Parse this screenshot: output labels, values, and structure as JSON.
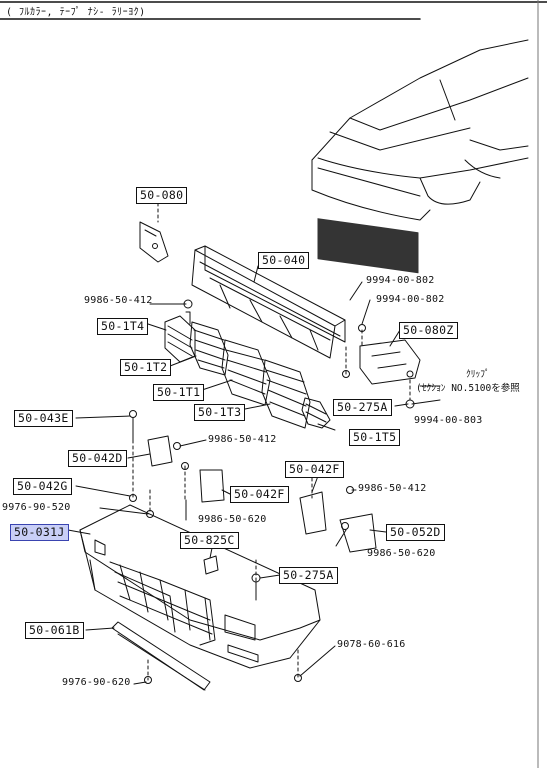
{
  "header": "( ﾌﾙｶﾗｰ, ﾃｰﾌﾟ ﾅｼ- ﾗﾘｰﾖｸ)",
  "boxed_labels": {
    "p080": "50-080",
    "p040": "50-040",
    "p1T4": "50-1T4",
    "p080Z": "50-080Z",
    "p1T2": "50-1T2",
    "p1T1": "50-1T1",
    "p1T3": "50-1T3",
    "p275A_top": "50-275A",
    "p1T5": "50-1T5",
    "p043E": "50-043E",
    "p042D": "50-042D",
    "p042F_top": "50-042F",
    "p042G": "50-042G",
    "p042F_mid": "50-042F",
    "p052D": "50-052D",
    "p031J": "50-031J",
    "p825C": "50-825C",
    "p275A_bot": "50-275A",
    "p061B": "50-061B"
  },
  "plain_labels": {
    "n9994_802a": "9994-00-802",
    "n9994_802b": "9994-00-802",
    "n9986_412a": "9986-50-412",
    "n9994_803": "9994-00-803",
    "n9986_412b": "9986-50-412",
    "n9986_412c": "9986-50-412",
    "n9976_520": "9976-90-520",
    "n9986_620a": "9986-50-620",
    "n9986_620b": "9986-50-620",
    "n9078_616": "9078-60-616",
    "n9976_620": "9976-90-620"
  },
  "notes": {
    "clip_kana": "ｸﾘｯﾌﾟ",
    "clip_ref": "(ｾｸｼｮﾝ  NO.5100を参照"
  },
  "colors": {
    "line": "#111111",
    "selected_fill": "#c9cff7",
    "selected_border": "#3a44b0"
  }
}
